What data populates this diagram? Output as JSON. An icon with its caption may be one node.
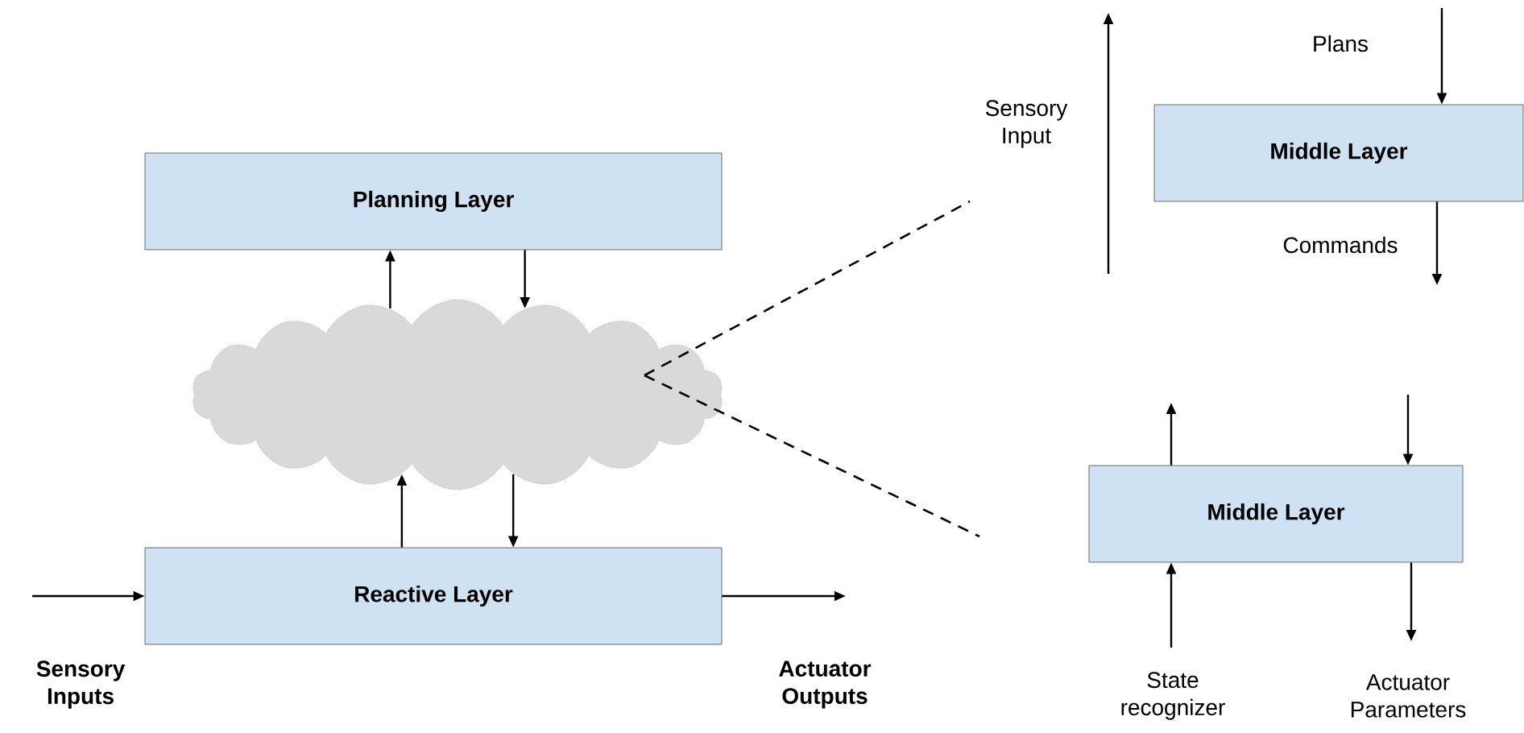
{
  "diagram": {
    "nodes": [
      {
        "text": [
          "Planning Layer"
        ]
      },
      {
        "text": [],
        "shape": "cloud"
      },
      {
        "text": [
          "Reactive Layer"
        ]
      },
      {
        "text": [
          "Middle Layer"
        ]
      },
      {
        "text": [
          "Middle Layer"
        ]
      }
    ],
    "edges": [
      {
        "from": 1,
        "to": 0,
        "arrow": "to"
      },
      {
        "from": 0,
        "to": 1,
        "arrow": "to"
      },
      {
        "from": 2,
        "to": 1,
        "arrow": "to"
      },
      {
        "from": 1,
        "to": 2,
        "arrow": "to"
      },
      {
        "from": null,
        "to": 2,
        "arrow": "to"
      },
      {
        "from": 2,
        "to": null,
        "arrow": "to"
      },
      {
        "from": 1,
        "to": null,
        "arrow": "none",
        "style": "dashed"
      },
      {
        "from": 1,
        "to": null,
        "arrow": "none",
        "style": "dashed"
      },
      {
        "from": null,
        "to": 3,
        "arrow": "to"
      },
      {
        "from": 3,
        "to": null,
        "arrow": "to"
      },
      {
        "from": 4,
        "to": null,
        "arrow": "to"
      },
      {
        "from": null,
        "to": 4,
        "arrow": "to"
      },
      {
        "from": null,
        "to": 4,
        "arrow": "to"
      },
      {
        "from": 4,
        "to": null,
        "arrow": "to"
      }
    ],
    "labels": [
      "Plans",
      "Sensory Input",
      "Commands",
      "Sensory Inputs",
      "Actuator Outputs",
      "State recognizer",
      "Actuator Parameters"
    ]
  }
}
